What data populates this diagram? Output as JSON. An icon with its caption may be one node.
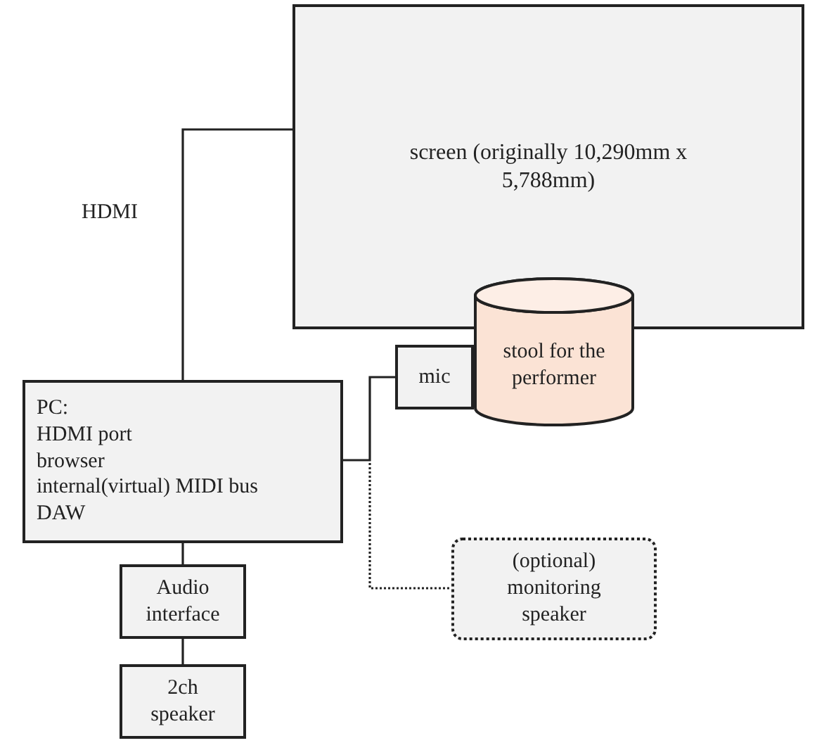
{
  "diagram": {
    "nodes": [
      {
        "text": [
          "screen (originally 10,290mm x 5,788mm)"
        ]
      },
      {
        "text": [
          "stool for the performer"
        ]
      },
      {
        "text": [
          "mic"
        ]
      },
      {
        "text": [
          "PC:",
          "HDMI port",
          "browser",
          "internal(virtual) MIDI bus",
          "DAW"
        ]
      },
      {
        "text": [
          "(optional) monitoring speaker"
        ]
      },
      {
        "text": [
          "Audio interface"
        ]
      },
      {
        "text": [
          "2ch speaker"
        ]
      }
    ],
    "edges": [
      {
        "from": 3,
        "to": 0,
        "arrow": "none",
        "label": "HDMI"
      },
      {
        "from": 3,
        "to": 2,
        "arrow": "none"
      },
      {
        "from": 3,
        "to": 4,
        "arrow": "none",
        "style": "dashed"
      },
      {
        "from": 3,
        "to": 5,
        "arrow": "none"
      },
      {
        "from": 5,
        "to": 6,
        "arrow": "none"
      }
    ]
  }
}
